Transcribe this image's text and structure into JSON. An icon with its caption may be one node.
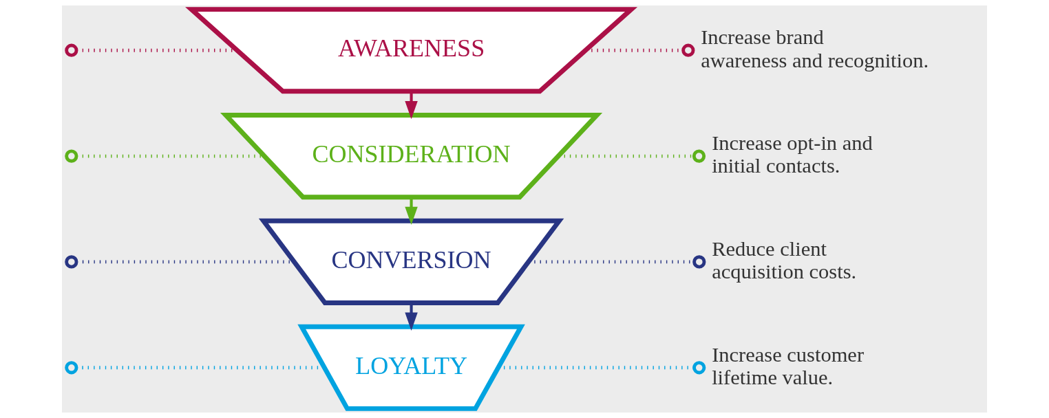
{
  "diagram": {
    "nodes": [
      {
        "text": [
          "AWARENESS"
        ]
      },
      {
        "text": [
          "CONSIDERATION"
        ]
      },
      {
        "text": [
          "CONVERSION"
        ]
      },
      {
        "text": [
          "LOYALTY"
        ]
      },
      {
        "text": [
          "Increase brand awareness and recognition."
        ]
      },
      {
        "text": [
          "Increase opt-in and initial contacts."
        ]
      },
      {
        "text": [
          "Reduce client acquisition costs."
        ]
      },
      {
        "text": [
          "Increase customer lifetime value."
        ]
      }
    ],
    "edges": [
      {
        "from": 0,
        "to": 1,
        "arrow": "to",
        "color": "#ab1047"
      },
      {
        "from": 1,
        "to": 2,
        "arrow": "to",
        "color": "#5db11a"
      },
      {
        "from": 2,
        "to": 3,
        "arrow": "to",
        "color": "#283583"
      },
      {
        "from": null,
        "to": 0,
        "arrow": "other",
        "style": "dashed",
        "color": "#ab1047"
      },
      {
        "from": 0,
        "to": 4,
        "arrow": "other",
        "style": "dashed",
        "color": "#ab1047"
      },
      {
        "from": null,
        "to": 1,
        "arrow": "other",
        "style": "dashed",
        "color": "#5db11a"
      },
      {
        "from": 1,
        "to": 5,
        "arrow": "other",
        "style": "dashed",
        "color": "#5db11a"
      },
      {
        "from": null,
        "to": 2,
        "arrow": "other",
        "style": "dashed",
        "color": "#283583"
      },
      {
        "from": 2,
        "to": 6,
        "arrow": "other",
        "style": "dashed",
        "color": "#283583"
      },
      {
        "from": null,
        "to": 3,
        "arrow": "other",
        "style": "dashed",
        "color": "#00a3e0"
      },
      {
        "from": 3,
        "to": 7,
        "arrow": "other",
        "style": "dashed",
        "color": "#00a3e0"
      }
    ]
  }
}
